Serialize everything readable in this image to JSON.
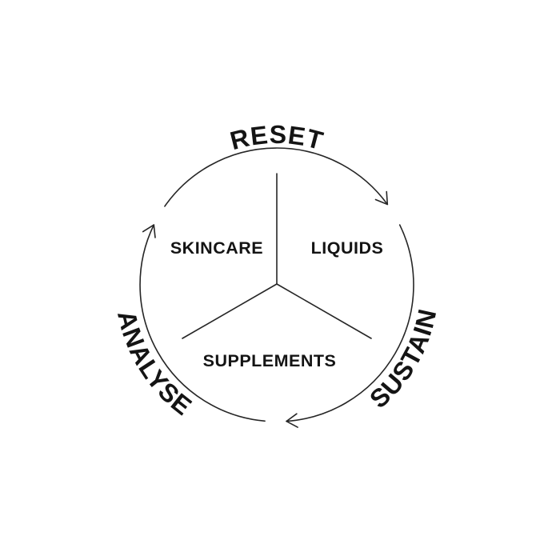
{
  "page": {
    "background_color": "#ffffff",
    "ink_color": "#262626",
    "text_color": "#141414"
  },
  "diagram": {
    "type": "cycle",
    "direction": "clockwise",
    "ring_labels": {
      "top": "RESET",
      "bottom_right": "SUSTAIN",
      "bottom_left": "ANALYSE"
    },
    "segment_labels": {
      "upper_left": "SKINCARE",
      "upper_right": "LIQUIDS",
      "bottom": "SUPPLEMENTS"
    },
    "arrows": [
      {
        "name": "reset-arrow",
        "points": "clockwise toward right"
      },
      {
        "name": "sustain-arrow",
        "points": "clockwise toward bottom-left"
      },
      {
        "name": "analyse-arrow",
        "points": "clockwise toward top"
      }
    ]
  }
}
